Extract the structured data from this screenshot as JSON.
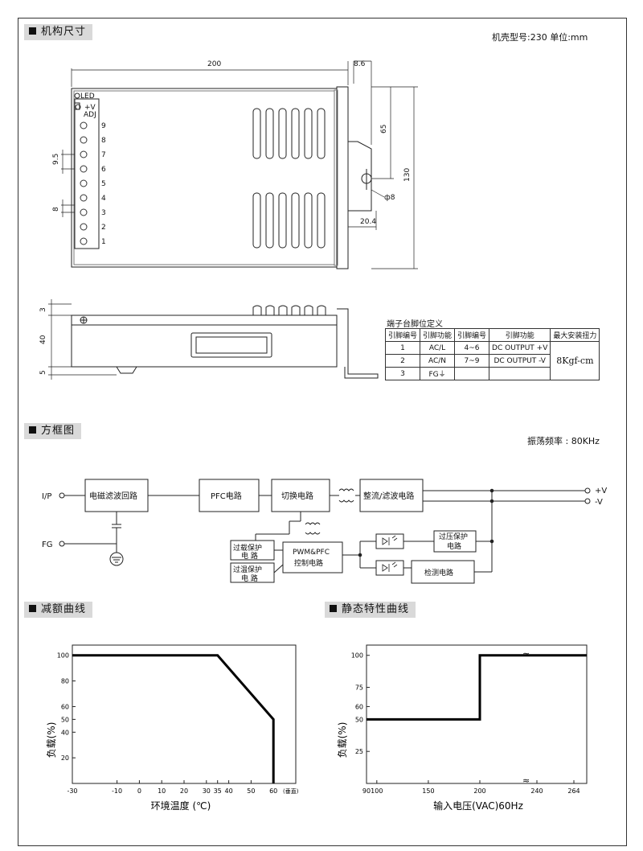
{
  "sections": {
    "mechanical": "机构尺寸",
    "block_diagram": "方框图",
    "derating": "减额曲线",
    "static": "静态特性曲线"
  },
  "case_info": "机壳型号:230  单位:mm",
  "mech": {
    "dim_200": "200",
    "dim_8_6": "8.6",
    "dim_65": "65",
    "dim_130": "130",
    "dim_phi8": "ф8",
    "dim_20_4": "20.4",
    "dim_9_5": "9.5",
    "dim_8": "8",
    "dim_3": "3",
    "dim_40": "40",
    "dim_5": "5",
    "led": "LED",
    "v_adj_1": "+V",
    "v_adj_2": "ADJ",
    "terminal_numbers": [
      "9",
      "8",
      "7",
      "6",
      "5",
      "4",
      "3",
      "2",
      "1"
    ]
  },
  "pin_table": {
    "title": "端子台脚位定义",
    "headers": [
      "引脚编号",
      "引脚功能",
      "引脚编号",
      "引脚功能",
      "最大安装扭力"
    ],
    "rows": [
      [
        "1",
        "AC/L",
        "4~6",
        "DC OUTPUT +V"
      ],
      [
        "2",
        "AC/N",
        "7~9",
        "DC OUTPUT -V"
      ],
      [
        "3",
        "FG⏚",
        "",
        ""
      ]
    ],
    "torque": "8Kgf-cm"
  },
  "block": {
    "frequency": "振荡频率 : 80KHz",
    "ip": "I/P",
    "fg": "FG",
    "emi": "电磁滤波回路",
    "pfc": "PFC电路",
    "switch": "切换电路",
    "rectify": "整流/滤波电路",
    "vpos": "+V",
    "vneg": "-V",
    "ocp_1": "过载保护",
    "ocp_2": "电  路",
    "otp_1": "过温保护",
    "otp_2": "电  路",
    "pwm_1": "PWM&PFC",
    "pwm_2": "控制电路",
    "ovp_1": "过压保护",
    "ovp_2": "电路",
    "detect": "检测电路"
  },
  "chart_data": [
    {
      "type": "line",
      "title": "减额曲线",
      "xlabel": "环境温度 (℃)",
      "ylabel": "负载(%)",
      "x_ticks": [
        "-30",
        "-10",
        "0",
        "10",
        "20",
        "30",
        "35",
        "40",
        "50",
        "60"
      ],
      "x_suffix": "(垂直)",
      "y_ticks": [
        "100",
        "80",
        "60",
        "50",
        "40",
        "20"
      ],
      "xlim": [
        -30,
        70
      ],
      "ylim": [
        0,
        108
      ],
      "series": [
        {
          "x": [
            -30,
            35,
            60,
            60
          ],
          "y": [
            100,
            100,
            50,
            0
          ]
        }
      ]
    },
    {
      "type": "line",
      "title": "静态特性曲线",
      "xlabel": "输入电压(VAC)60Hz",
      "ylabel": "负载(%)",
      "x_ticks": [
        "90",
        "100",
        "150",
        "200",
        "240",
        "264"
      ],
      "y_ticks": [
        "100",
        "75",
        "60",
        "50",
        "25"
      ],
      "ylim": [
        0,
        108
      ],
      "series": [
        {
          "x": [
            90,
            200,
            200,
            264
          ],
          "y": [
            50,
            50,
            100,
            100
          ]
        }
      ]
    }
  ]
}
